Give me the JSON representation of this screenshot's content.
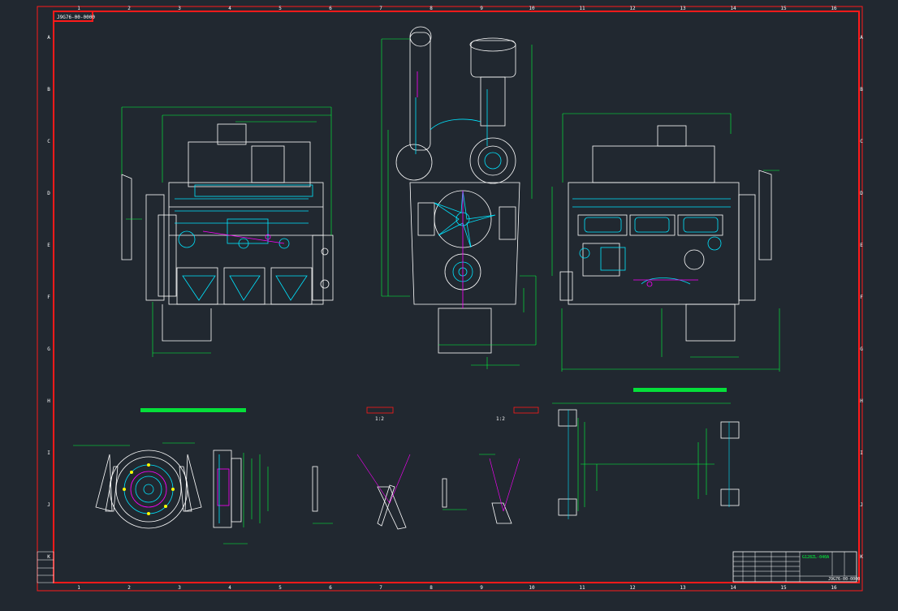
{
  "drawing": {
    "top_left_code": "J9G76-00-0000",
    "column_numbers": [
      "1",
      "2",
      "3",
      "4",
      "5",
      "6",
      "7",
      "8",
      "9",
      "10",
      "11",
      "12",
      "13",
      "14",
      "15",
      "16"
    ],
    "row_letters": [
      "A",
      "B",
      "C",
      "D",
      "E",
      "F",
      "G",
      "H",
      "I",
      "J",
      "K"
    ],
    "scale_labels": [
      "1:2",
      "1:2"
    ],
    "title_block": {
      "drawing_no": "J9G76-00-0000",
      "model": "G128ZL-040A"
    }
  },
  "colors": {
    "background": "#212830",
    "border": "#ff1a1a",
    "outline": "#ffffff",
    "detail": "#00e5ff",
    "dimension": "#00ff3c",
    "accent": "#ff00ff",
    "highlight": "#ffff00"
  }
}
